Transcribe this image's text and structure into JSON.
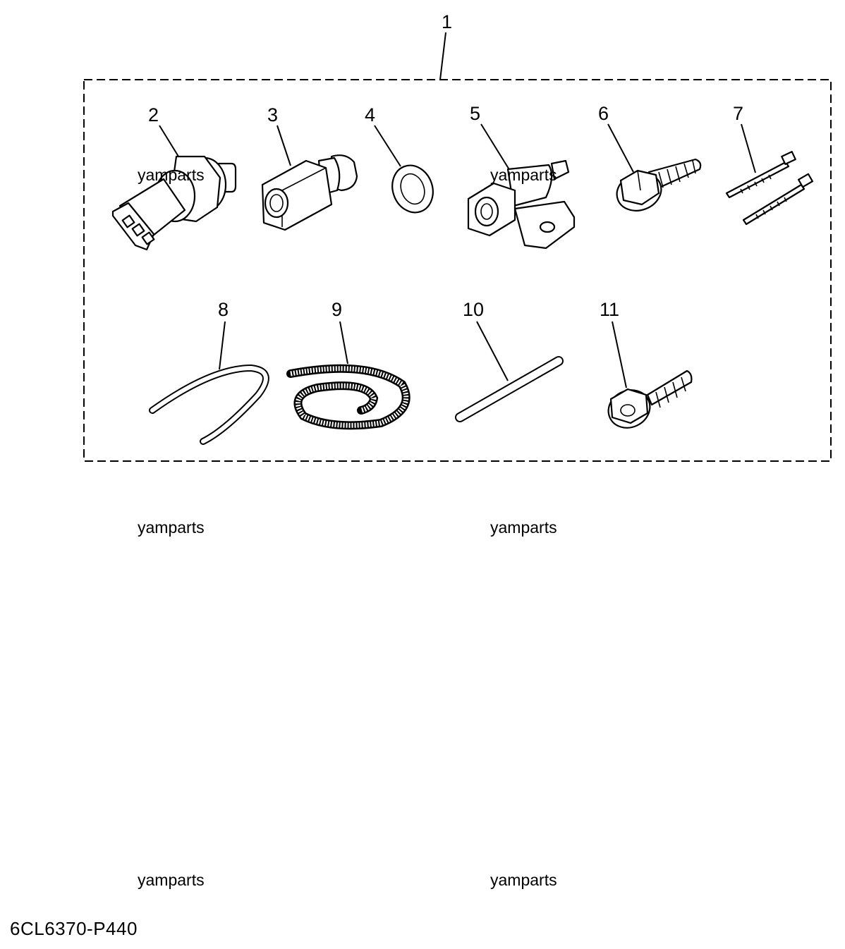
{
  "figure_code": "6CL6370-P440",
  "watermark": "yamparts",
  "callouts": {
    "c1": "1",
    "c2": "2",
    "c3": "3",
    "c4": "4",
    "c5": "5",
    "c6": "6",
    "c7": "7",
    "c8": "8",
    "c9": "9",
    "c10": "10",
    "c11": "11"
  },
  "parts": [
    {
      "ref": "2",
      "icon": "pressure-sensor-icon"
    },
    {
      "ref": "3",
      "icon": "hex-union-icon"
    },
    {
      "ref": "4",
      "icon": "washer-icon"
    },
    {
      "ref": "5",
      "icon": "bracket-fitting-icon"
    },
    {
      "ref": "6",
      "icon": "flange-bolt-icon"
    },
    {
      "ref": "7",
      "icon": "cable-tie-icon"
    },
    {
      "ref": "8",
      "icon": "hose-icon"
    },
    {
      "ref": "9",
      "icon": "corrugated-tube-icon"
    },
    {
      "ref": "10",
      "icon": "tube-icon"
    },
    {
      "ref": "11",
      "icon": "short-bolt-icon"
    }
  ]
}
